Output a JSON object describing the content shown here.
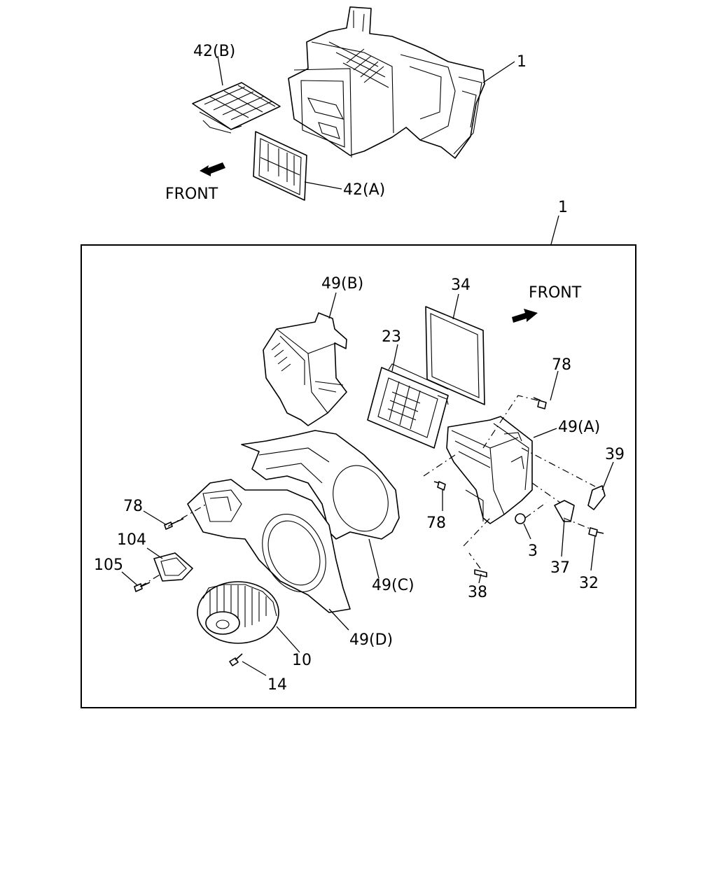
{
  "labels": {
    "front_top": "FRONT",
    "front_frame": "FRONT"
  },
  "callouts": {
    "top_42b": "42(B)",
    "top_1": "1",
    "top_42a": "42(A)",
    "frame_1": "1",
    "c_49b": "49(B)",
    "c_34": "34",
    "c_23": "23",
    "c_78_ur": "78",
    "c_49a": "49(A)",
    "c_39": "39",
    "c_78_l": "78",
    "c_78_lo": "78",
    "c_104": "104",
    "c_3": "3",
    "c_105": "105",
    "c_37": "37",
    "c_49c": "49(C)",
    "c_32": "32",
    "c_38": "38",
    "c_49d": "49(D)",
    "c_10": "10",
    "c_14": "14"
  },
  "icons": [
    "front-arrow-icon",
    "screw-icon",
    "nut-icon",
    "bracket-icon",
    "lever-icon",
    "pin-icon"
  ]
}
